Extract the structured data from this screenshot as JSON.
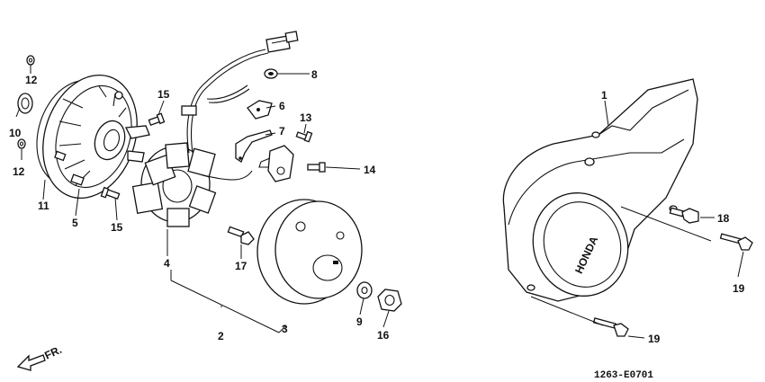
{
  "diagram": {
    "callouts": [
      "1",
      "2",
      "3",
      "4",
      "5",
      "6",
      "7",
      "8",
      "9",
      "10",
      "11",
      "12",
      "12",
      "13",
      "14",
      "15",
      "15",
      "16",
      "17",
      "18",
      "19",
      "19"
    ],
    "cover_text": "HONDA",
    "direction_text": "FR.",
    "diagram_code": "1263-E0701"
  }
}
